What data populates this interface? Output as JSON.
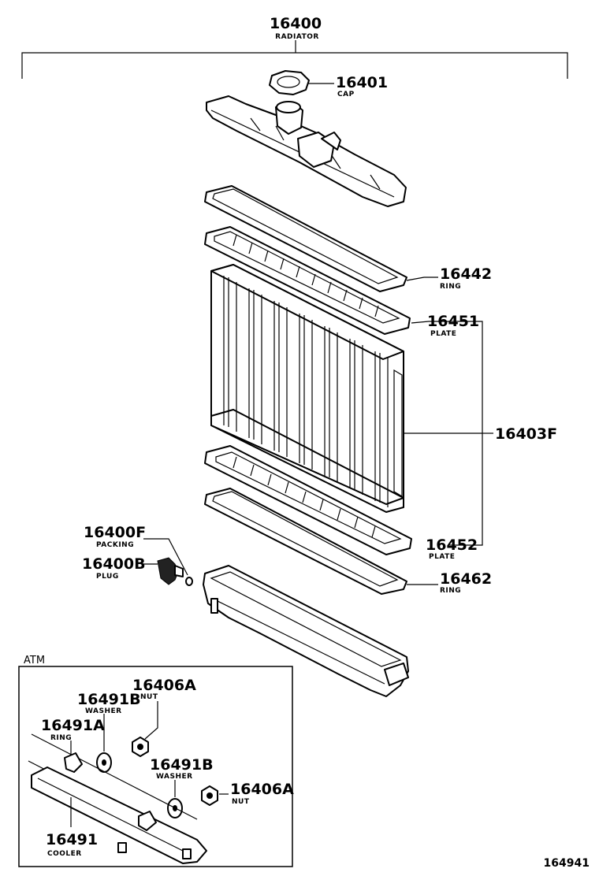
{
  "labels": {
    "radiator": {
      "number": "16400",
      "name": "RADIATOR"
    },
    "cap": {
      "number": "16401",
      "name": "CAP"
    },
    "ring_upper": {
      "number": "16442",
      "name": "RING"
    },
    "plate_upper": {
      "number": "16451",
      "name": "PLATE"
    },
    "core": {
      "number": "16403F"
    },
    "plate_lower": {
      "number": "16452",
      "name": "PLATE"
    },
    "ring_lower": {
      "number": "16462",
      "name": "RING"
    },
    "packing": {
      "number": "16400F",
      "name": "PACKING"
    },
    "plug": {
      "number": "16400B",
      "name": "PLUG"
    },
    "atm_box": {
      "title": "ATM"
    },
    "nut_1": {
      "number": "16406A",
      "name": "NUT"
    },
    "washer_1": {
      "number": "16491B",
      "name": "WASHER"
    },
    "ring_atm": {
      "number": "16491A",
      "name": "RING"
    },
    "washer_2": {
      "number": "16491B",
      "name": "WASHER"
    },
    "nut_2": {
      "number": "16406A",
      "name": "NUT"
    },
    "cooler": {
      "number": "16491",
      "name": "COOLER"
    }
  },
  "figure_number": "164941"
}
